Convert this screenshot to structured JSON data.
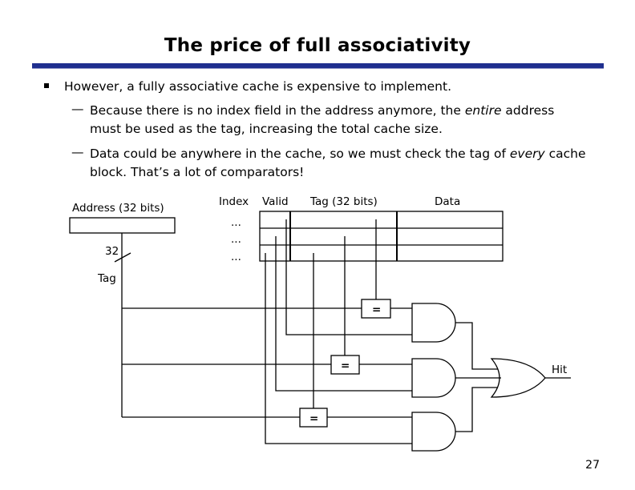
{
  "slide": {
    "title": "The price of full associativity",
    "bullet1": "However, a fully associative cache is expensive to implement.",
    "sub1_before": "Because there is no index field in the address anymore, the ",
    "sub1_em": "entire",
    "sub1_after": " address must be used as the tag, increasing the total cache size.",
    "sub2_before": "Data could be anywhere in the cache, so we must check the tag of ",
    "sub2_em": "every",
    "sub2_after": " cache block. That’s a lot of comparators!",
    "dash": "—",
    "page_number": "27"
  },
  "diagram": {
    "address_label": "Address (32 bits)",
    "bus_width": "32",
    "tag_label": "Tag",
    "col_index": "Index",
    "col_valid": "Valid",
    "col_tag": "Tag (32 bits)",
    "col_data": "Data",
    "ellipsis": "...",
    "comparator_symbol": "=",
    "hit_label": "Hit"
  }
}
